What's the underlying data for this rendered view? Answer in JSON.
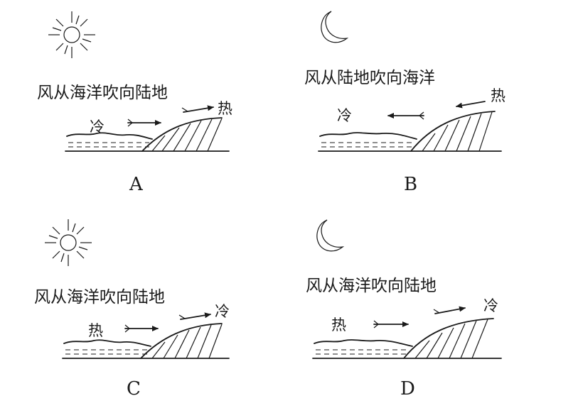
{
  "panels": {
    "a": {
      "caption": "风从海洋吹向陆地",
      "sea_temp": "冷",
      "land_temp": "热",
      "letter": "A",
      "sky_icon": "sun-icon",
      "wind": "sea-to-land"
    },
    "b": {
      "caption": "风从陆地吹向海洋",
      "sea_temp": "冷",
      "land_temp": "热",
      "letter": "B",
      "sky_icon": "moon-icon",
      "wind": "land-to-sea"
    },
    "c": {
      "caption": "风从海洋吹向陆地",
      "sea_temp": "热",
      "land_temp": "冷",
      "letter": "C",
      "sky_icon": "sun-icon",
      "wind": "sea-to-land"
    },
    "d": {
      "caption": "风从海洋吹向陆地",
      "sea_temp": "热",
      "land_temp": "冷",
      "letter": "D",
      "sky_icon": "moon-icon",
      "wind": "sea-to-land"
    }
  }
}
